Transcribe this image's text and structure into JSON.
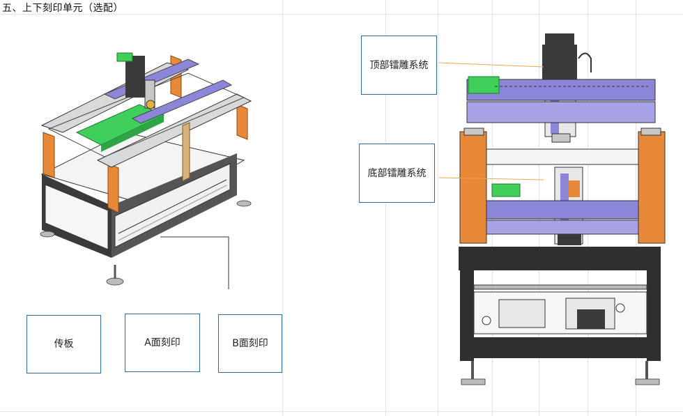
{
  "section_title": "五、上下刻印单元（选配）",
  "labels": {
    "conveyor": "传板",
    "side_a": "A面刻印",
    "side_b": "B面刻印",
    "top_system": "顶部镭雕系统",
    "bottom_system": "底部镭雕系统"
  },
  "colors": {
    "frame_dark": "#2f2f2f",
    "column_orange": "#e8893a",
    "rail_purple": "#8c86d8",
    "accent_green": "#3fcf5a",
    "box_border": "#2e6b9a",
    "leader_line_orange": "#e6a94f"
  }
}
